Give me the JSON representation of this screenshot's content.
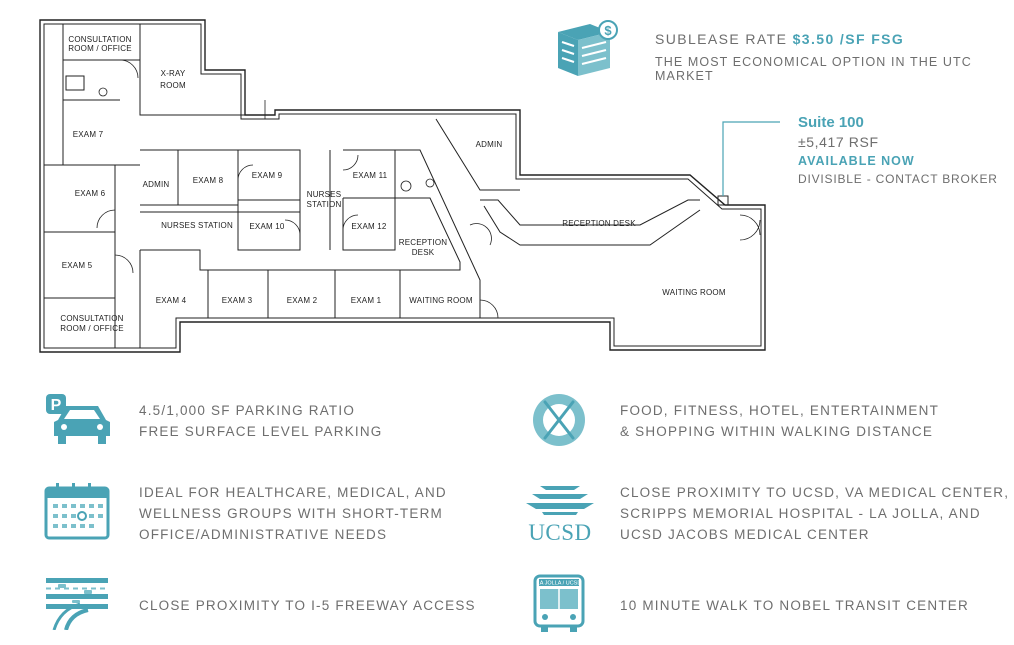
{
  "rate": {
    "prefix": "SUBLEASE RATE",
    "value": "$3.50 /SF FSG",
    "subtitle": "THE MOST ECONOMICAL OPTION IN THE UTC MARKET",
    "icon": "building-dollar-icon"
  },
  "suite": {
    "name": "Suite 100",
    "size": "±5,417 RSF",
    "availability": "AVAILABLE NOW",
    "divisible": "DIVISIBLE - CONTACT BROKER"
  },
  "floor_plan": {
    "rooms": {
      "consultation_top_1": "CONSULTATION",
      "consultation_top_2": "ROOM / OFFICE",
      "xray_1": "X-RAY",
      "xray_2": "ROOM",
      "exam7": "EXAM 7",
      "exam6": "EXAM 6",
      "exam5": "EXAM 5",
      "consultation_bottom_1": "CONSULTATION",
      "consultation_bottom_2": "ROOM / OFFICE",
      "admin_left": "ADMIN",
      "exam8": "EXAM 8",
      "exam9": "EXAM 9",
      "exam10": "EXAM 10",
      "nurses_station_left": "NURSES STATION",
      "nurses_station_center_1": "NURSES",
      "nurses_station_center_2": "STATION",
      "exam11": "EXAM 11",
      "exam12": "EXAM 12",
      "reception_desk_small_1": "RECEPTION",
      "reception_desk_small_2": "DESK",
      "admin_right": "ADMIN",
      "reception_desk_large": "RECEPTION DESK",
      "exam4": "EXAM 4",
      "exam3": "EXAM 3",
      "exam2": "EXAM 2",
      "exam1": "EXAM 1",
      "waiting_room_small": "WAITING ROOM",
      "waiting_room_large": "WAITING ROOM"
    }
  },
  "features": [
    {
      "icon": "parking-car-icon",
      "lines": [
        "4.5/1,000 SF PARKING RATIO",
        "FREE SURFACE LEVEL PARKING"
      ]
    },
    {
      "icon": "fork-knife-icon",
      "lines": [
        "FOOD, FITNESS, HOTEL, ENTERTAINMENT",
        "& SHOPPING WITHIN WALKING DISTANCE"
      ]
    },
    {
      "icon": "calendar-icon",
      "lines": [
        "IDEAL FOR HEALTHCARE, MEDICAL, AND",
        "WELLNESS GROUPS WITH SHORT-TERM",
        "OFFICE/ADMINISTRATIVE NEEDS"
      ]
    },
    {
      "icon": "ucsd-logo-icon",
      "logo_text": "UCSD",
      "lines": [
        "CLOSE PROXIMITY TO UCSD, VA MEDICAL CENTER,",
        "SCRIPPS MEMORIAL HOSPITAL - LA JOLLA, AND",
        "UCSD JACOBS MEDICAL CENTER"
      ]
    },
    {
      "icon": "freeway-icon",
      "lines": [
        "CLOSE PROXIMITY TO I-5 FREEWAY ACCESS"
      ]
    },
    {
      "icon": "bus-icon",
      "bus_sign": "LA JOLLA / UCSD",
      "lines": [
        "10 MINUTE WALK TO NOBEL TRANSIT CENTER"
      ]
    }
  ],
  "colors": {
    "accent": "#4aa3b5",
    "text": "#6e6e6e",
    "wall": "#222222"
  }
}
